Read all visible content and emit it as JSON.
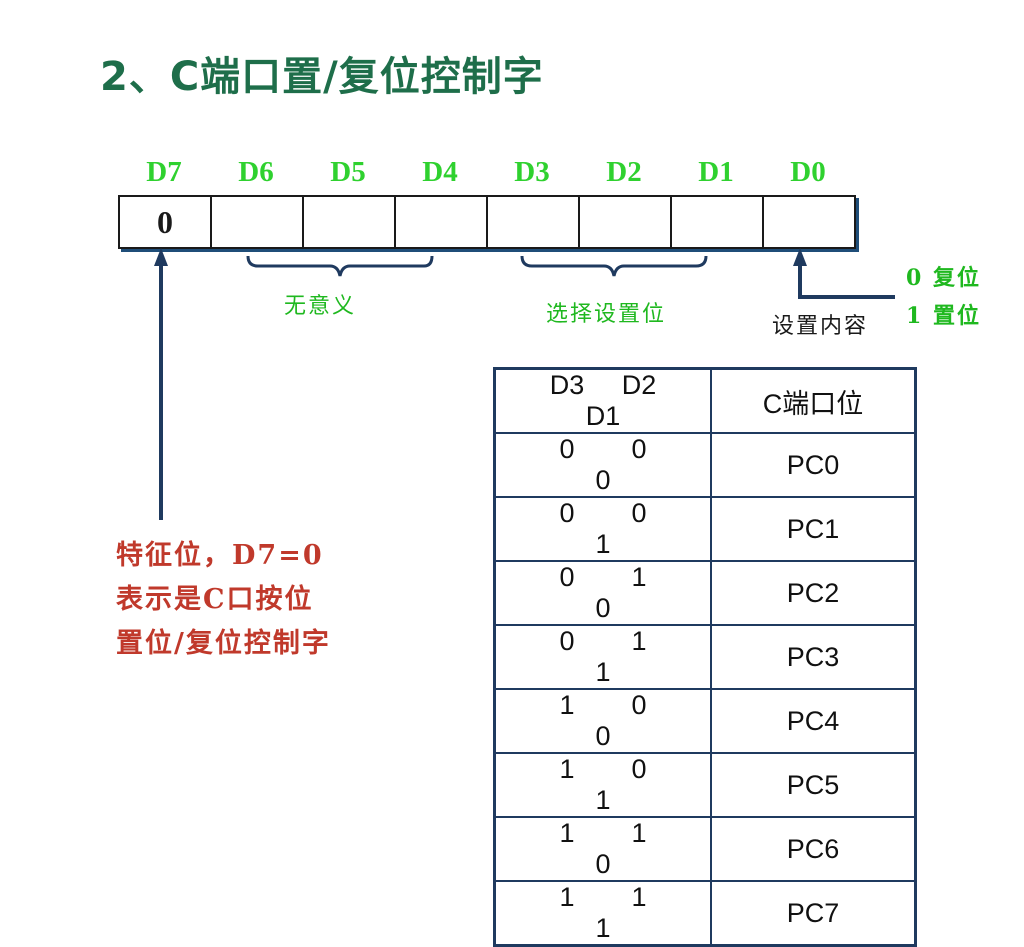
{
  "title": "2、C端口置/复位控制字",
  "bits": [
    "D7",
    "D6",
    "D5",
    "D4",
    "D3",
    "D2",
    "D1",
    "D0"
  ],
  "register_cells": [
    "0",
    "",
    "",
    "",
    "",
    "",
    "",
    ""
  ],
  "annotations": {
    "meaningless": "无意义",
    "select_bits": "选择设置位",
    "set_content": "设置内容",
    "reset_line": "0 复位",
    "set_line": "1 置位"
  },
  "feature_note": {
    "line1": "特征位，D7=0",
    "line2": "表示是C口按位",
    "line3": "置位/复位控制字"
  },
  "table": {
    "headers": [
      "D3",
      "D2",
      "D1"
    ],
    "result_header": "C端口位",
    "rows": [
      {
        "bits": [
          "0",
          "0",
          "0"
        ],
        "port": "PC0"
      },
      {
        "bits": [
          "0",
          "0",
          "1"
        ],
        "port": "PC1"
      },
      {
        "bits": [
          "0",
          "1",
          "0"
        ],
        "port": "PC2"
      },
      {
        "bits": [
          "0",
          "1",
          "1"
        ],
        "port": "PC3"
      },
      {
        "bits": [
          "1",
          "0",
          "0"
        ],
        "port": "PC4"
      },
      {
        "bits": [
          "1",
          "0",
          "1"
        ],
        "port": "PC5"
      },
      {
        "bits": [
          "1",
          "1",
          "0"
        ],
        "port": "PC6"
      },
      {
        "bits": [
          "1",
          "1",
          "1"
        ],
        "port": "PC7"
      }
    ]
  },
  "colors": {
    "title": "#1e6e4a",
    "bit_label": "#2fd12f",
    "note_green": "#1fb81f",
    "feature": "#c0392b",
    "arrows": "#1f3a5f"
  }
}
